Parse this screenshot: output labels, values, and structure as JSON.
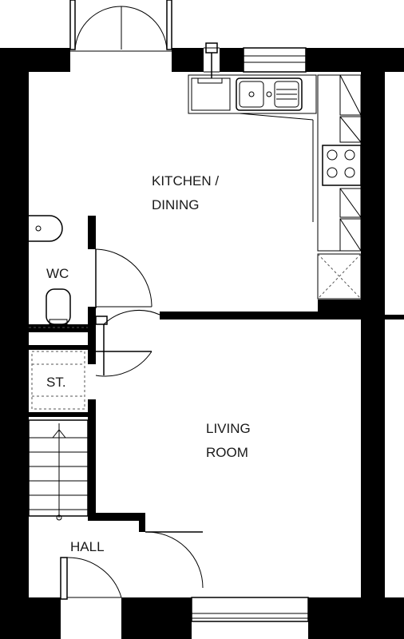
{
  "rooms": {
    "kitchen_line1": "KITCHEN /",
    "kitchen_line2": "DINING",
    "wc": "WC",
    "store": "ST.",
    "living_line1": "LIVING",
    "living_line2": "ROOM",
    "hall": "HALL"
  }
}
